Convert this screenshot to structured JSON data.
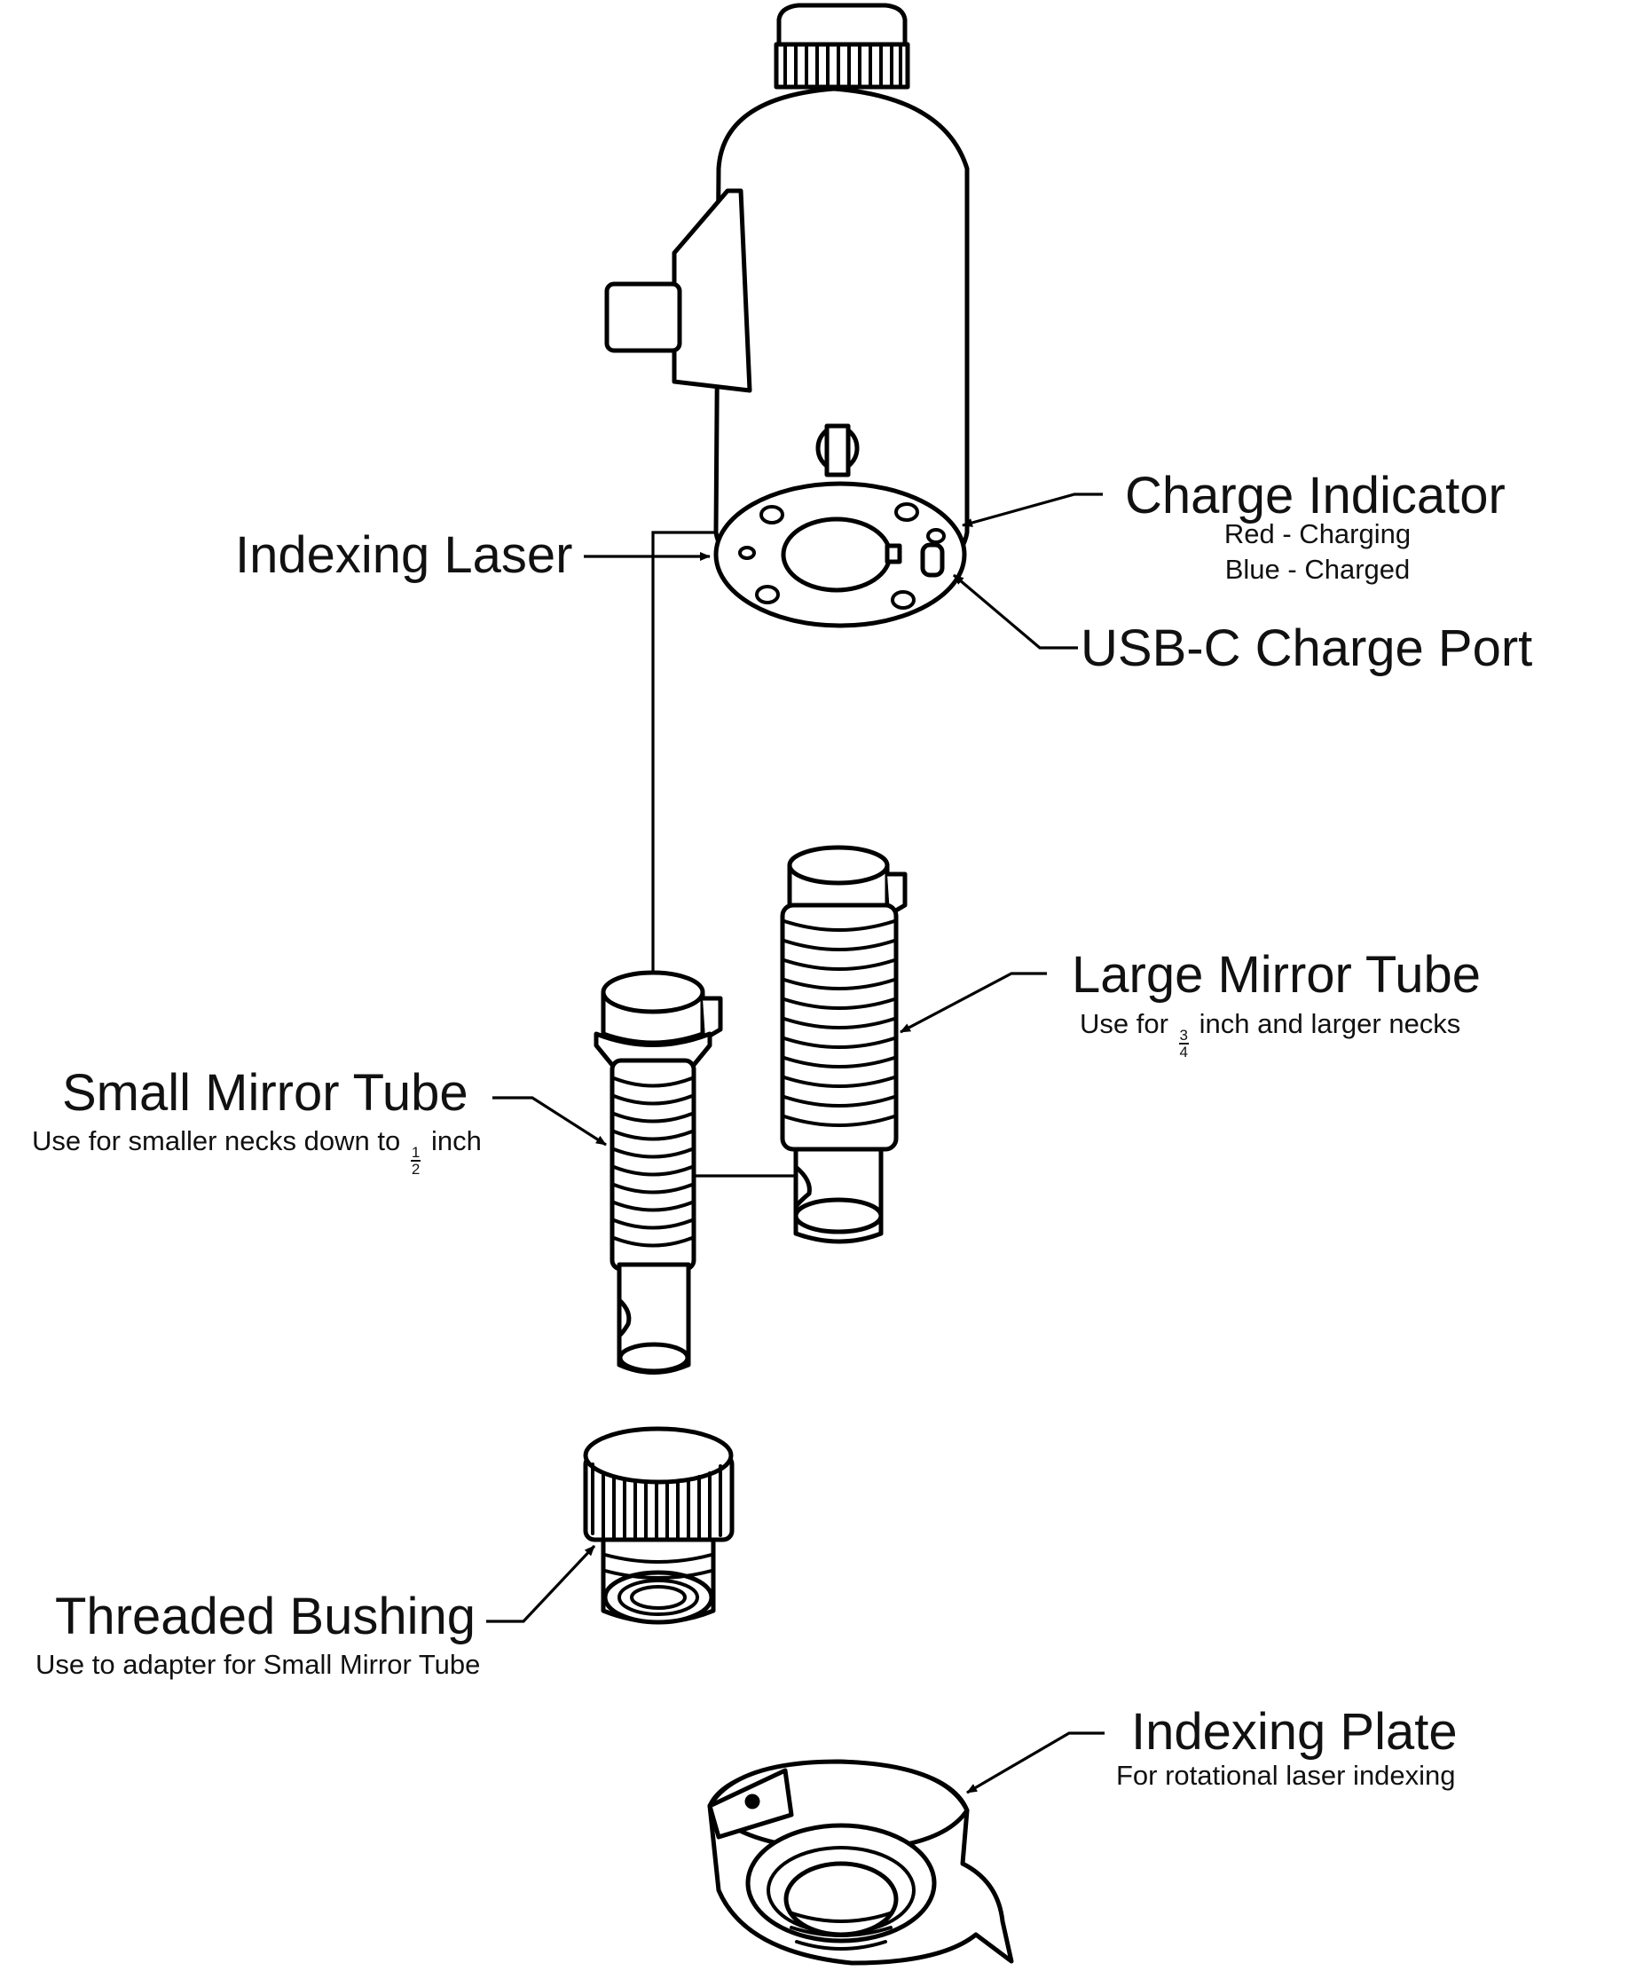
{
  "labels": {
    "charge_indicator": {
      "title": "Charge Indicator",
      "line1": "Red - Charging",
      "line2": "Blue - Charged"
    },
    "indexing_laser": {
      "title": "Indexing Laser"
    },
    "usb_c_port": {
      "title": "USB-C Charge Port"
    },
    "large_mirror_tube": {
      "title": "Large Mirror Tube",
      "note_prefix": "Use for",
      "note_frac_num": "3",
      "note_frac_den": "4",
      "note_suffix": "inch and larger necks"
    },
    "small_mirror_tube": {
      "title": "Small Mirror Tube",
      "note_prefix": "Use for smaller necks down to",
      "note_frac_num": "1",
      "note_frac_den": "2",
      "note_suffix": "inch"
    },
    "threaded_bushing": {
      "title": "Threaded Bushing",
      "note": "Use to adapter for Small Mirror Tube"
    },
    "indexing_plate": {
      "title": "Indexing Plate",
      "note": "For rotational laser indexing"
    }
  },
  "parts": [
    "laser-unit-icon",
    "large-mirror-tube-icon",
    "small-mirror-tube-icon",
    "threaded-bushing-icon",
    "indexing-plate-icon"
  ]
}
